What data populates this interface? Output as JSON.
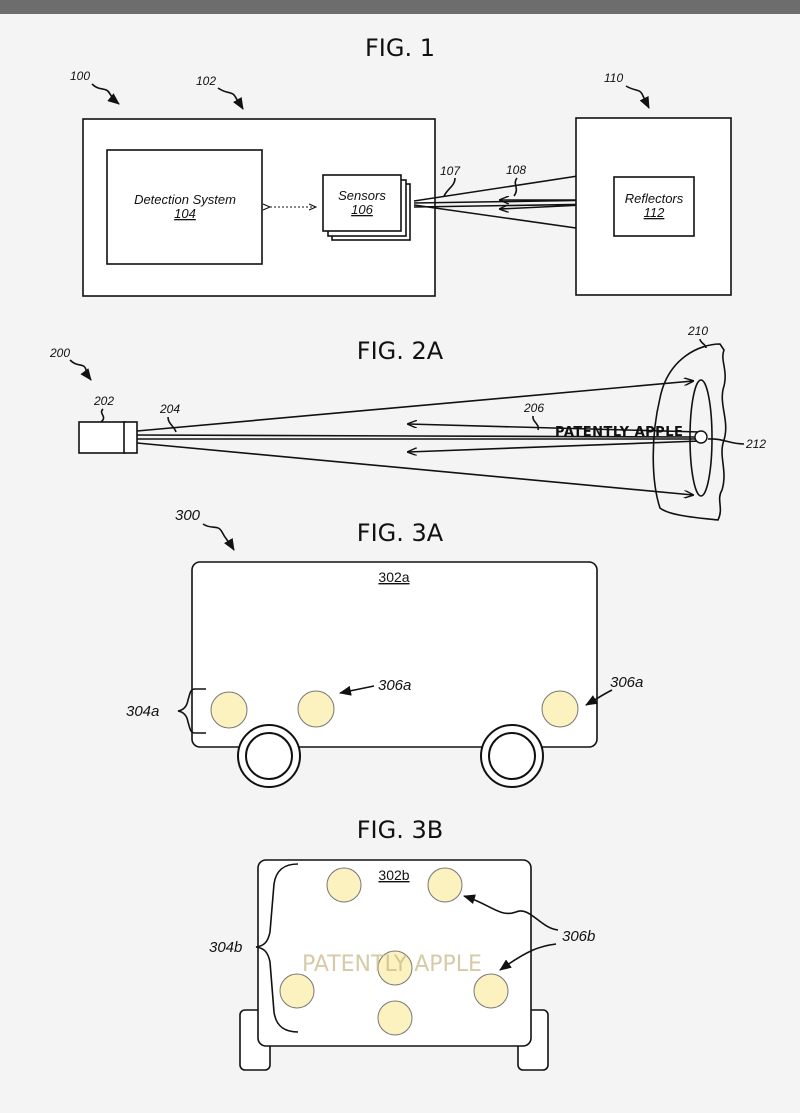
{
  "fig1": {
    "title": "FIG. 1",
    "ref_100": "100",
    "ref_102": "102",
    "ref_110": "110",
    "detection_system": "Detection System",
    "detection_ref": "104",
    "sensors": "Sensors",
    "sensors_ref": "106",
    "ref_107": "107",
    "ref_108": "108",
    "reflectors": "Reflectors",
    "reflectors_ref": "112"
  },
  "fig2a": {
    "title": "FIG. 2A",
    "ref_200": "200",
    "ref_202": "202",
    "ref_204": "204",
    "ref_206": "206",
    "ref_210": "210",
    "ref_212": "212",
    "watermark": "PATENTLY APPLE"
  },
  "fig3a": {
    "title": "FIG. 3A",
    "ref_300": "300",
    "ref_302a": "302a",
    "ref_304a": "304a",
    "ref_306a_left": "306a",
    "ref_306a_right": "306a"
  },
  "fig3b": {
    "title": "FIG. 3B",
    "ref_302b": "302b",
    "ref_304b": "304b",
    "ref_306b": "306b",
    "watermark": "PATENTLY APPLE"
  },
  "colors": {
    "light_fill": "#fbf2bf",
    "background": "#f4f4f4",
    "top_bar": "#6d6d6d"
  }
}
